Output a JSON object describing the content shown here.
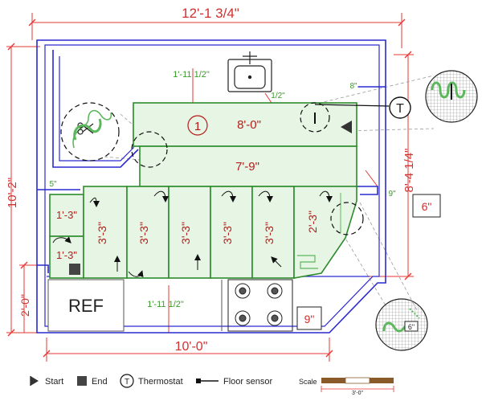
{
  "dimensions": {
    "top_width": "12'-1 3/4\"",
    "bottom_width": "10'-0\"",
    "left_height": "10'-2\"",
    "left_lower": "2'-0\"",
    "right_height": "8'-4 1/4\"",
    "right_box": "6\"",
    "top_left_green": "1'-11 1/2\"",
    "half_inch": "1/2\"",
    "eight_inch": "8\"",
    "nine_inch_small": "9\"",
    "five_inch": "5\"",
    "ref_right": "1'-11 1/2\"",
    "range_box": "9\"",
    "inset_tag": "6\""
  },
  "zones": {
    "circle_number": "1",
    "top_strip": "8'-0\"",
    "second_strip": "7'-9\"",
    "small_top": "1'-3\"",
    "small_bottom": "1'-3\"",
    "col1": "3'-3\"",
    "col2": "3'-3\"",
    "col3": "3'-3\"",
    "col4": "3'-3\"",
    "col5": "3'-3\"",
    "col6": "2'-3\""
  },
  "fixtures": {
    "refrigerator": "REF",
    "thermostat_symbol": "T"
  },
  "legend": {
    "start": "Start",
    "end": "End",
    "thermostat_symbol": "T",
    "thermostat": "Thermostat",
    "floor_sensor": "Floor sensor",
    "scale": "Scale",
    "scale_value": "3'-0\""
  },
  "colors": {
    "dimension": "#e53935",
    "wall": "#2a2ad0",
    "heat_zone_fill": "#e6f5e4",
    "heat_zone_stroke": "#2e8b2e",
    "cable": "#5cb85c"
  }
}
